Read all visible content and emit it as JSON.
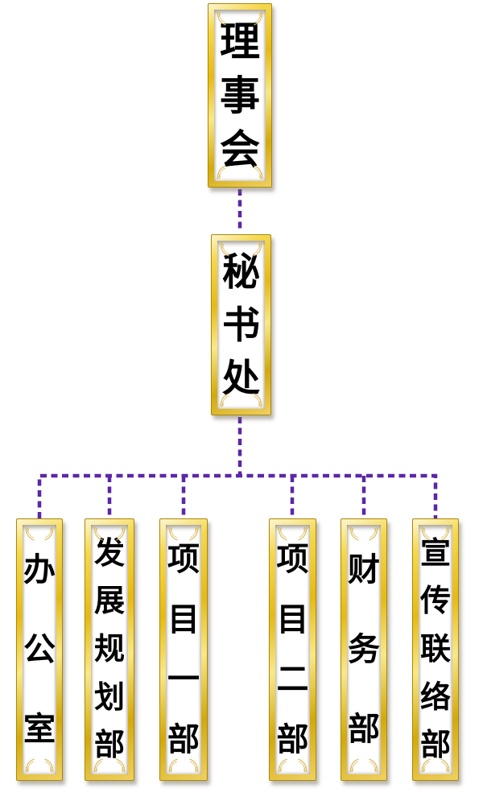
{
  "chart": {
    "type": "org-chart",
    "connector_color": "#5b27a6",
    "connector_style": "dashed",
    "text_color": "#000000",
    "frame_colors": {
      "gold_main": "#e6ba14",
      "gold_dark": "#c89e04",
      "gold_light": "#fdf6d0",
      "ornament": "#d9b95e",
      "interior": "#ffffff"
    },
    "root": {
      "label": "理事会"
    },
    "secretariat": {
      "label": "秘书处"
    },
    "departments": [
      {
        "label": "办公室"
      },
      {
        "label": "发展规划部"
      },
      {
        "label": "项目一部"
      },
      {
        "label": "项目二部"
      },
      {
        "label": "财务部"
      },
      {
        "label": "宣传联络部"
      }
    ],
    "edges": [
      [
        "理事会",
        "秘书处"
      ],
      [
        "秘书处",
        "办公室"
      ],
      [
        "秘书处",
        "发展规划部"
      ],
      [
        "秘书处",
        "项目一部"
      ],
      [
        "秘书处",
        "项目二部"
      ],
      [
        "秘书处",
        "财务部"
      ],
      [
        "秘书处",
        "宣传联络部"
      ]
    ]
  }
}
